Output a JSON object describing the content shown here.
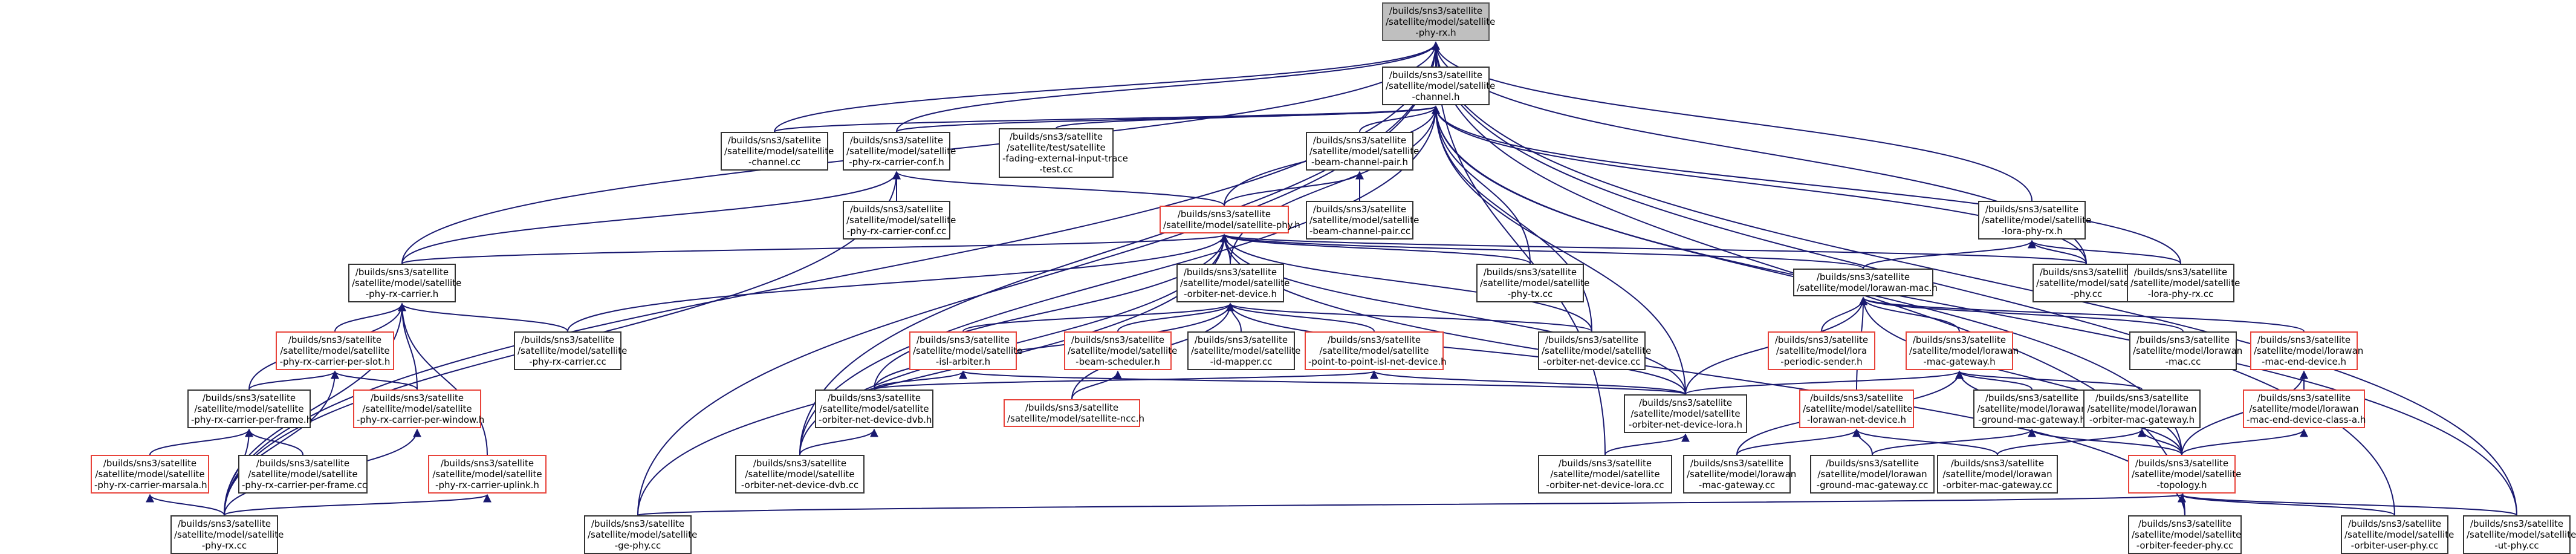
{
  "nodes": {
    "n_phyrx_h": [
      "/builds/sns3/satellite",
      "/satellite/model/satellite",
      "-phy-rx.h"
    ],
    "n_channel_h": [
      "/builds/sns3/satellite",
      "/satellite/model/satellite",
      "-channel.h"
    ],
    "n_channel_cc": [
      "/builds/sns3/satellite",
      "/satellite/model/satellite",
      "-channel.cc"
    ],
    "n_carrier_conf_h": [
      "/builds/sns3/satellite",
      "/satellite/model/satellite",
      "-phy-rx-carrier-conf.h"
    ],
    "n_fading_test": [
      "/builds/sns3/satellite",
      "/satellite/test/satellite",
      "-fading-external-input-trace",
      "-test.cc"
    ],
    "n_beam_pair_h": [
      "/builds/sns3/satellite",
      "/satellite/model/satellite",
      "-beam-channel-pair.h"
    ],
    "n_carrier_conf_cc": [
      "/builds/sns3/satellite",
      "/satellite/model/satellite",
      "-phy-rx-carrier-conf.cc"
    ],
    "n_beam_pair_cc": [
      "/builds/sns3/satellite",
      "/satellite/model/satellite",
      "-beam-channel-pair.cc"
    ],
    "n_sat_phy_h": [
      "/builds/sns3/satellite",
      "/satellite/model/satellite-phy.h"
    ],
    "n_lora_phyrx_h": [
      "/builds/sns3/satellite",
      "/satellite/model/satellite",
      "-lora-phy-rx.h"
    ],
    "n_carrier_h": [
      "/builds/sns3/satellite",
      "/satellite/model/satellite",
      "-phy-rx-carrier.h"
    ],
    "n_orbiter_nd_h": [
      "/builds/sns3/satellite",
      "/satellite/model/satellite",
      "-orbiter-net-device.h"
    ],
    "n_phytx_cc": [
      "/builds/sns3/satellite",
      "/satellite/model/satellite",
      "-phy-tx.cc"
    ],
    "n_lorawan_mac_h": [
      "/builds/sns3/satellite",
      "/satellite/model/lorawan-mac.h"
    ],
    "n_phy_cc": [
      "/builds/sns3/satellite",
      "/satellite/model/satellite",
      "-phy.cc"
    ],
    "n_lora_phyrx_cc": [
      "/builds/sns3/satellite",
      "/satellite/model/satellite",
      "-lora-phy-rx.cc"
    ],
    "n_carrier_slot_h": [
      "/builds/sns3/satellite",
      "/satellite/model/satellite",
      "-phy-rx-carrier-per-slot.h"
    ],
    "n_carrier_cc": [
      "/builds/sns3/satellite",
      "/satellite/model/satellite",
      "-phy-rx-carrier.cc"
    ],
    "n_isl_arbiter_h": [
      "/builds/sns3/satellite",
      "/satellite/model/satellite",
      "-isl-arbiter.h"
    ],
    "n_beam_sched_h": [
      "/builds/sns3/satellite",
      "/satellite/model/satellite",
      "-beam-scheduler.h"
    ],
    "n_id_mapper_cc": [
      "/builds/sns3/satellite",
      "/satellite/model/satellite",
      "-id-mapper.cc"
    ],
    "n_ptp_isl_h": [
      "/builds/sns3/satellite",
      "/satellite/model/satellite",
      "-point-to-point-isl-net-device.h"
    ],
    "n_orbiter_nd_cc": [
      "/builds/sns3/satellite",
      "/satellite/model/satellite",
      "-orbiter-net-device.cc"
    ],
    "n_lora_periodic_h": [
      "/builds/sns3/satellite",
      "/satellite/model/lora",
      "-periodic-sender.h"
    ],
    "n_lorawan_mac_gw_h": [
      "/builds/sns3/satellite",
      "/satellite/model/lorawan",
      "-mac-gateway.h"
    ],
    "n_lorawan_mac_cc": [
      "/builds/sns3/satellite",
      "/satellite/model/lorawan",
      "-mac.cc"
    ],
    "n_lorawan_end_h": [
      "/builds/sns3/satellite",
      "/satellite/model/lorawan",
      "-mac-end-device.h"
    ],
    "n_carrier_frame_h": [
      "/builds/sns3/satellite",
      "/satellite/model/satellite",
      "-phy-rx-carrier-per-frame.h"
    ],
    "n_carrier_window_h": [
      "/builds/sns3/satellite",
      "/satellite/model/satellite",
      "-phy-rx-carrier-per-window.h"
    ],
    "n_orbiter_dvb_h": [
      "/builds/sns3/satellite",
      "/satellite/model/satellite",
      "-orbiter-net-device-dvb.h"
    ],
    "n_ncc_h": [
      "/builds/sns3/satellite",
      "/satellite/model/satellite-ncc.h"
    ],
    "n_orbiter_lora_h": [
      "/builds/sns3/satellite",
      "/satellite/model/satellite",
      "-orbiter-net-device-lora.h"
    ],
    "n_lorawan_nd_h": [
      "/builds/sns3/satellite",
      "/satellite/model/satellite",
      "-lorawan-net-device.h"
    ],
    "n_gw_mac_gw_h": [
      "/builds/sns3/satellite",
      "/satellite/model/lorawan",
      "-ground-mac-gateway.h"
    ],
    "n_orb_mac_gw_h": [
      "/builds/sns3/satellite",
      "/satellite/model/lorawan",
      "-orbiter-mac-gateway.h"
    ],
    "n_end_class_a_h": [
      "/builds/sns3/satellite",
      "/satellite/model/lorawan",
      "-mac-end-device-class-a.h"
    ],
    "n_marsala_h": [
      "/builds/sns3/satellite",
      "/satellite/model/satellite",
      "-phy-rx-carrier-marsala.h"
    ],
    "n_carrier_frame_cc": [
      "/builds/sns3/satellite",
      "/satellite/model/satellite",
      "-phy-rx-carrier-per-frame.cc"
    ],
    "n_uplink_h": [
      "/builds/sns3/satellite",
      "/satellite/model/satellite",
      "-phy-rx-carrier-uplink.h"
    ],
    "n_orbiter_dvb_cc": [
      "/builds/sns3/satellite",
      "/satellite/model/satellite",
      "-orbiter-net-device-dvb.cc"
    ],
    "n_orbiter_lora_cc": [
      "/builds/sns3/satellite",
      "/satellite/model/satellite",
      "-orbiter-net-device-lora.cc"
    ],
    "n_lorawan_mac_gw_cc": [
      "/builds/sns3/satellite",
      "/satellite/model/lorawan",
      "-mac-gateway.cc"
    ],
    "n_gw_mac_gw_cc": [
      "/builds/sns3/satellite",
      "/satellite/model/lorawan",
      "-ground-mac-gateway.cc"
    ],
    "n_orb_mac_gw_cc": [
      "/builds/sns3/satellite",
      "/satellite/model/lorawan",
      "-orbiter-mac-gateway.cc"
    ],
    "n_topology_h": [
      "/builds/sns3/satellite",
      "/satellite/model/satellite",
      "-topology.h"
    ],
    "n_phyrx_cc": [
      "/builds/sns3/satellite",
      "/satellite/model/satellite",
      "-phy-rx.cc"
    ],
    "n_ge_phy_cc": [
      "/builds/sns3/satellite",
      "/satellite/model/satellite",
      "-ge-phy.cc"
    ],
    "n_feeder_phy_cc": [
      "/builds/sns3/satellite",
      "/satellite/model/satellite",
      "-orbiter-feeder-phy.cc"
    ],
    "n_user_phy_cc": [
      "/builds/sns3/satellite",
      "/satellite/model/satellite",
      "-orbiter-user-phy.cc"
    ],
    "n_ut_phy_cc": [
      "/builds/sns3/satellite",
      "/satellite/model/satellite",
      "-ut-phy.cc"
    ]
  },
  "colors": {
    "edge": "#191970",
    "normal_border": "#333333",
    "highlight_border": "#e8433a",
    "root_fill": "#bfbfbf"
  }
}
